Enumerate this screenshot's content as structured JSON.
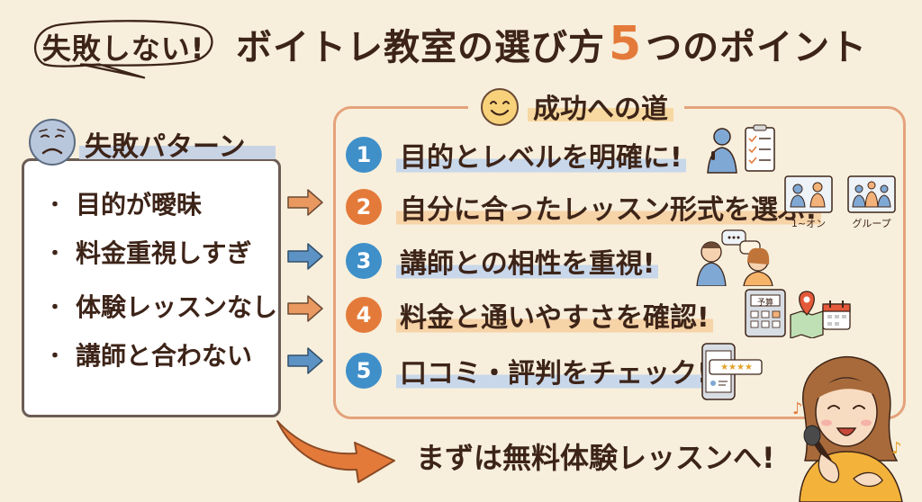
{
  "badge": {
    "text": "失敗しない!"
  },
  "title": {
    "prefix": "ボイトレ教室の選び方",
    "number": "5",
    "suffix": "つのポイント"
  },
  "failure": {
    "title": "失敗パターン",
    "icon": "sad-face-icon",
    "items": [
      {
        "bullet": "・",
        "text": "目的が曖昧"
      },
      {
        "bullet": "・",
        "text": "料金重視しすぎ"
      },
      {
        "bullet": "・",
        "text": "体験レッスンなし"
      },
      {
        "bullet": "・",
        "text": "講師と合わない"
      }
    ]
  },
  "success": {
    "title": "成功への道",
    "icon": "smile-face-icon",
    "steps": [
      {
        "num": "1",
        "text": "目的とレベルを明確に!",
        "color": "#3f8fc9",
        "icon": "person-checklist-icon"
      },
      {
        "num": "2",
        "text": "自分に合ったレッスン形式を選ぶ!",
        "color": "#e47a3a",
        "icon": "lesson-format-icon"
      },
      {
        "num": "3",
        "text": "講師との相性を重視!",
        "color": "#3f8fc9",
        "icon": "teacher-student-icon"
      },
      {
        "num": "4",
        "text": "料金と通いやすさを確認!",
        "color": "#e47a3a",
        "icon": "calculator-map-calendar-icon"
      },
      {
        "num": "5",
        "text": "口コミ・評判をチェック!",
        "color": "#3f8fc9",
        "icon": "phone-review-icon"
      }
    ],
    "format_labels": {
      "one_on_one": "1~オン",
      "group": "グループ"
    },
    "calculator_label": "予算",
    "review_stars": "★★★★"
  },
  "cta": {
    "text": "まずは無料体験レッスンへ!"
  },
  "colors": {
    "background": "#f7efdc",
    "orange": "#e47a3a",
    "blue": "#3f8fc9",
    "text": "#3d2418"
  }
}
